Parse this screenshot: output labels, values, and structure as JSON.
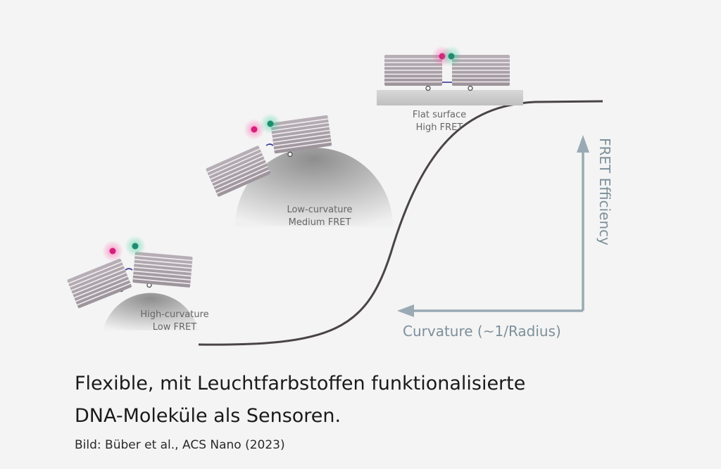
{
  "diagram": {
    "states": [
      {
        "line1": "High-curvature",
        "line2": "Low FRET"
      },
      {
        "line1": "Low-curvature",
        "line2": "Medium FRET"
      },
      {
        "line1": "Flat surface",
        "line2": "High FRET"
      }
    ],
    "x_axis_label": "Curvature (~1/Radius)",
    "y_axis_label": "FRET Efficiency"
  },
  "caption": {
    "line1": "Flexible, mit Leuchtfarbstoffen funktionalisierte",
    "line2": "DNA-Moleküle als Sensoren.",
    "credit": "Bild: Büber et al., ACS Nano (2023)"
  },
  "colors": {
    "background": "#f4f4f4",
    "curve": "#4a4446",
    "axis": "#9aaab4",
    "surface": "#c6c6c6",
    "dye_pink": "#d6207a",
    "dye_green": "#1e8c6e"
  }
}
